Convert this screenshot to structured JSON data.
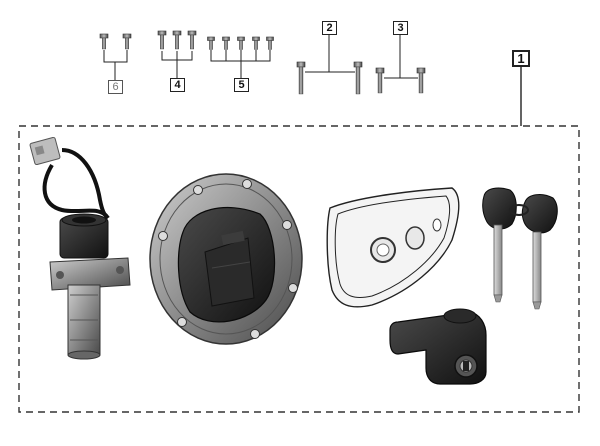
{
  "diagram": {
    "callouts": [
      {
        "id": "callout-6",
        "label": "6"
      },
      {
        "id": "callout-4",
        "label": "4"
      },
      {
        "id": "callout-5",
        "label": "5"
      },
      {
        "id": "callout-2",
        "label": "2"
      },
      {
        "id": "callout-3",
        "label": "3"
      },
      {
        "id": "callout-1",
        "label": "1"
      }
    ],
    "parts": [
      "ignition-switch",
      "fuel-tank-cap",
      "seat-lock-gasket",
      "seat-lock",
      "keys"
    ],
    "colors": {
      "line": "#222222",
      "metal_dark": "#3a3a3a",
      "metal_light": "#9a9a9a",
      "black_plastic": "#1e1e1e",
      "frame_dash": "#333333"
    }
  }
}
